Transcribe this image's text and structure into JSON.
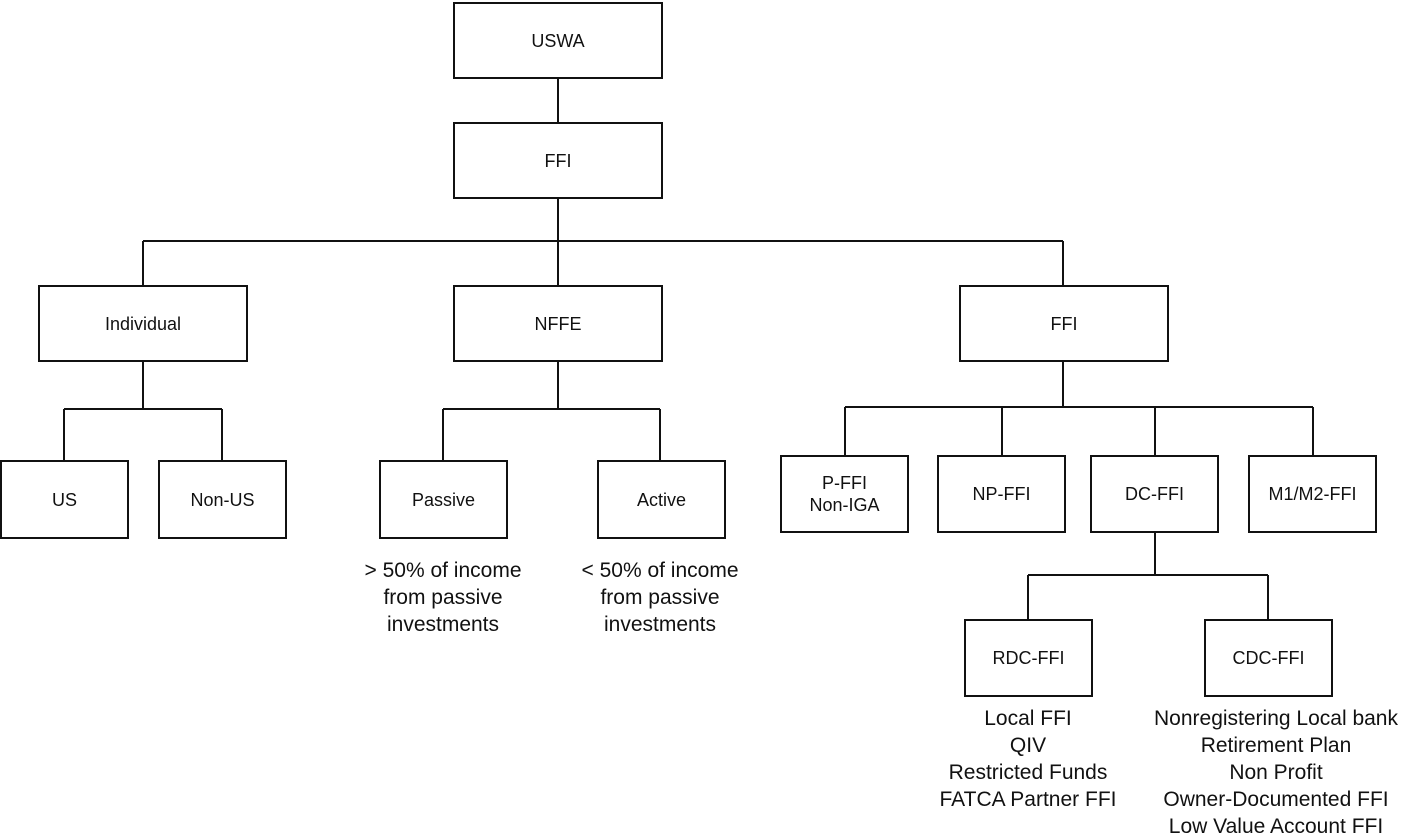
{
  "nodes": {
    "uswa": {
      "lines": [
        "USWA"
      ]
    },
    "ffi_top": {
      "lines": [
        "FFI"
      ]
    },
    "individual": {
      "lines": [
        "Individual"
      ]
    },
    "nffe": {
      "lines": [
        "NFFE"
      ]
    },
    "ffi_mid": {
      "lines": [
        "FFI"
      ]
    },
    "us": {
      "lines": [
        "US"
      ]
    },
    "non_us": {
      "lines": [
        "Non-US"
      ]
    },
    "passive": {
      "lines": [
        "Passive"
      ]
    },
    "active": {
      "lines": [
        "Active"
      ]
    },
    "p_ffi": {
      "lines": [
        "P-FFI",
        "Non-IGA"
      ]
    },
    "np_ffi": {
      "lines": [
        "NP-FFI"
      ]
    },
    "dc_ffi": {
      "lines": [
        "DC-FFI"
      ]
    },
    "m1m2_ffi": {
      "lines": [
        "M1/M2-FFI"
      ]
    },
    "rdc_ffi": {
      "lines": [
        "RDC-FFI"
      ]
    },
    "cdc_ffi": {
      "lines": [
        "CDC-FFI"
      ]
    }
  },
  "notes": {
    "passive": {
      "lines": [
        "> 50% of income",
        "from passive",
        "investments"
      ]
    },
    "active": {
      "lines": [
        "< 50% of income",
        "from passive",
        "investments"
      ]
    },
    "rdc": {
      "lines": [
        "Local FFI",
        "QIV",
        "Restricted Funds",
        "FATCA Partner FFI"
      ]
    },
    "cdc": {
      "lines": [
        "Nonregistering Local bank",
        "Retirement Plan",
        "Non Profit",
        "Owner-Documented FFI",
        "Low Value Account FFI"
      ]
    }
  }
}
